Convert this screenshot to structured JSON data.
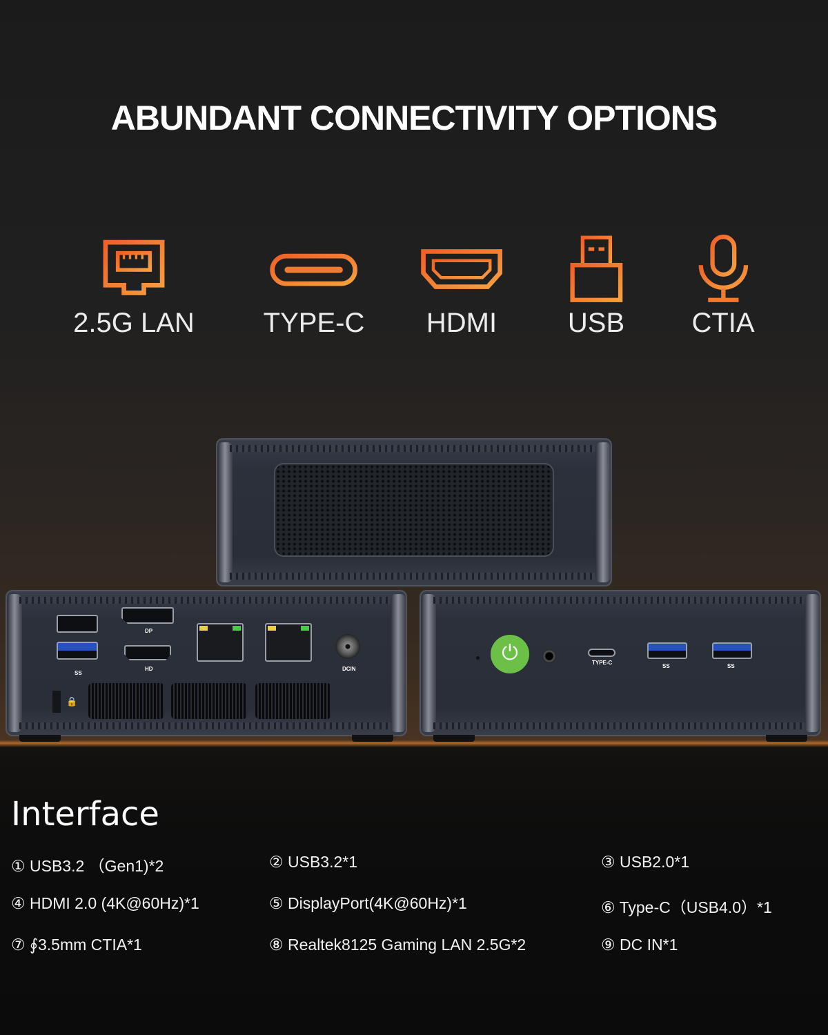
{
  "title": "ABUNDANT CONNECTIVITY OPTIONS",
  "accent_color": "#f07a30",
  "features": [
    {
      "icon": "ethernet-icon",
      "label": "2.5G LAN"
    },
    {
      "icon": "type-c-icon",
      "label": "TYPE-C"
    },
    {
      "icon": "hdmi-icon",
      "label": "HDMI"
    },
    {
      "icon": "usb-icon",
      "label": "USB"
    },
    {
      "icon": "microphone-icon",
      "label": "CTIA"
    }
  ],
  "device": {
    "port_labels": {
      "dp": "DP",
      "hd": "HD",
      "dcin": "DCIN",
      "typec": "TYPE-C",
      "ss": "SS"
    }
  },
  "interface": {
    "heading": "Interface",
    "items": [
      "① USB3.2 （Gen1)*2",
      "② USB3.2*1",
      "③ USB2.0*1",
      "④ HDMI 2.0 (4K@60Hz)*1",
      "⑤ DisplayPort(4K@60Hz)*1",
      "⑥ Type-C（USB4.0）*1",
      "⑦ ∮3.5mm CTIA*1",
      "⑧ Realtek8125 Gaming LAN 2.5G*2",
      "⑨ DC IN*1"
    ]
  }
}
